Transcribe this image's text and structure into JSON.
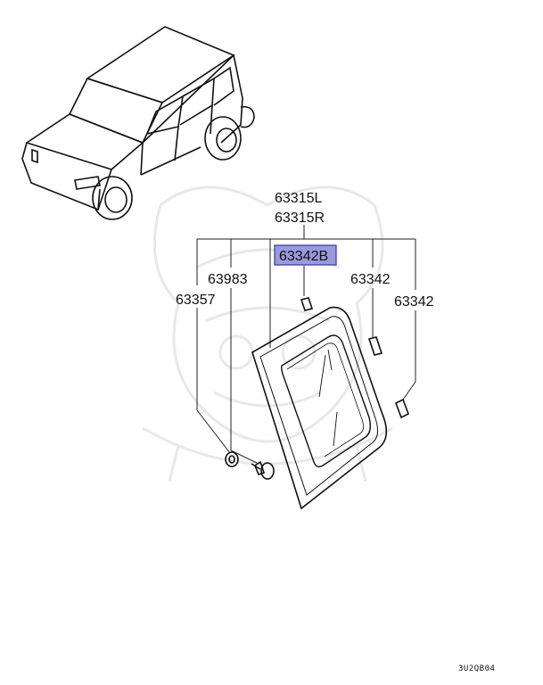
{
  "parts": {
    "glass_assembly_l": "63315L",
    "glass_assembly_r": "63315R",
    "highlighted_part": "63342B",
    "part_63983": "63983",
    "part_63357": "63357",
    "part_63342_a": "63342",
    "part_63342_b": "63342"
  },
  "diagram_code": "3U2QB04",
  "colors": {
    "highlight_fill": "#9999dd",
    "highlight_border": "#3333aa",
    "line": "#222222",
    "watermark": "#e8e8e8"
  },
  "icons": [
    "vehicle-icon",
    "quarter-glass-icon",
    "watermark-logo"
  ]
}
